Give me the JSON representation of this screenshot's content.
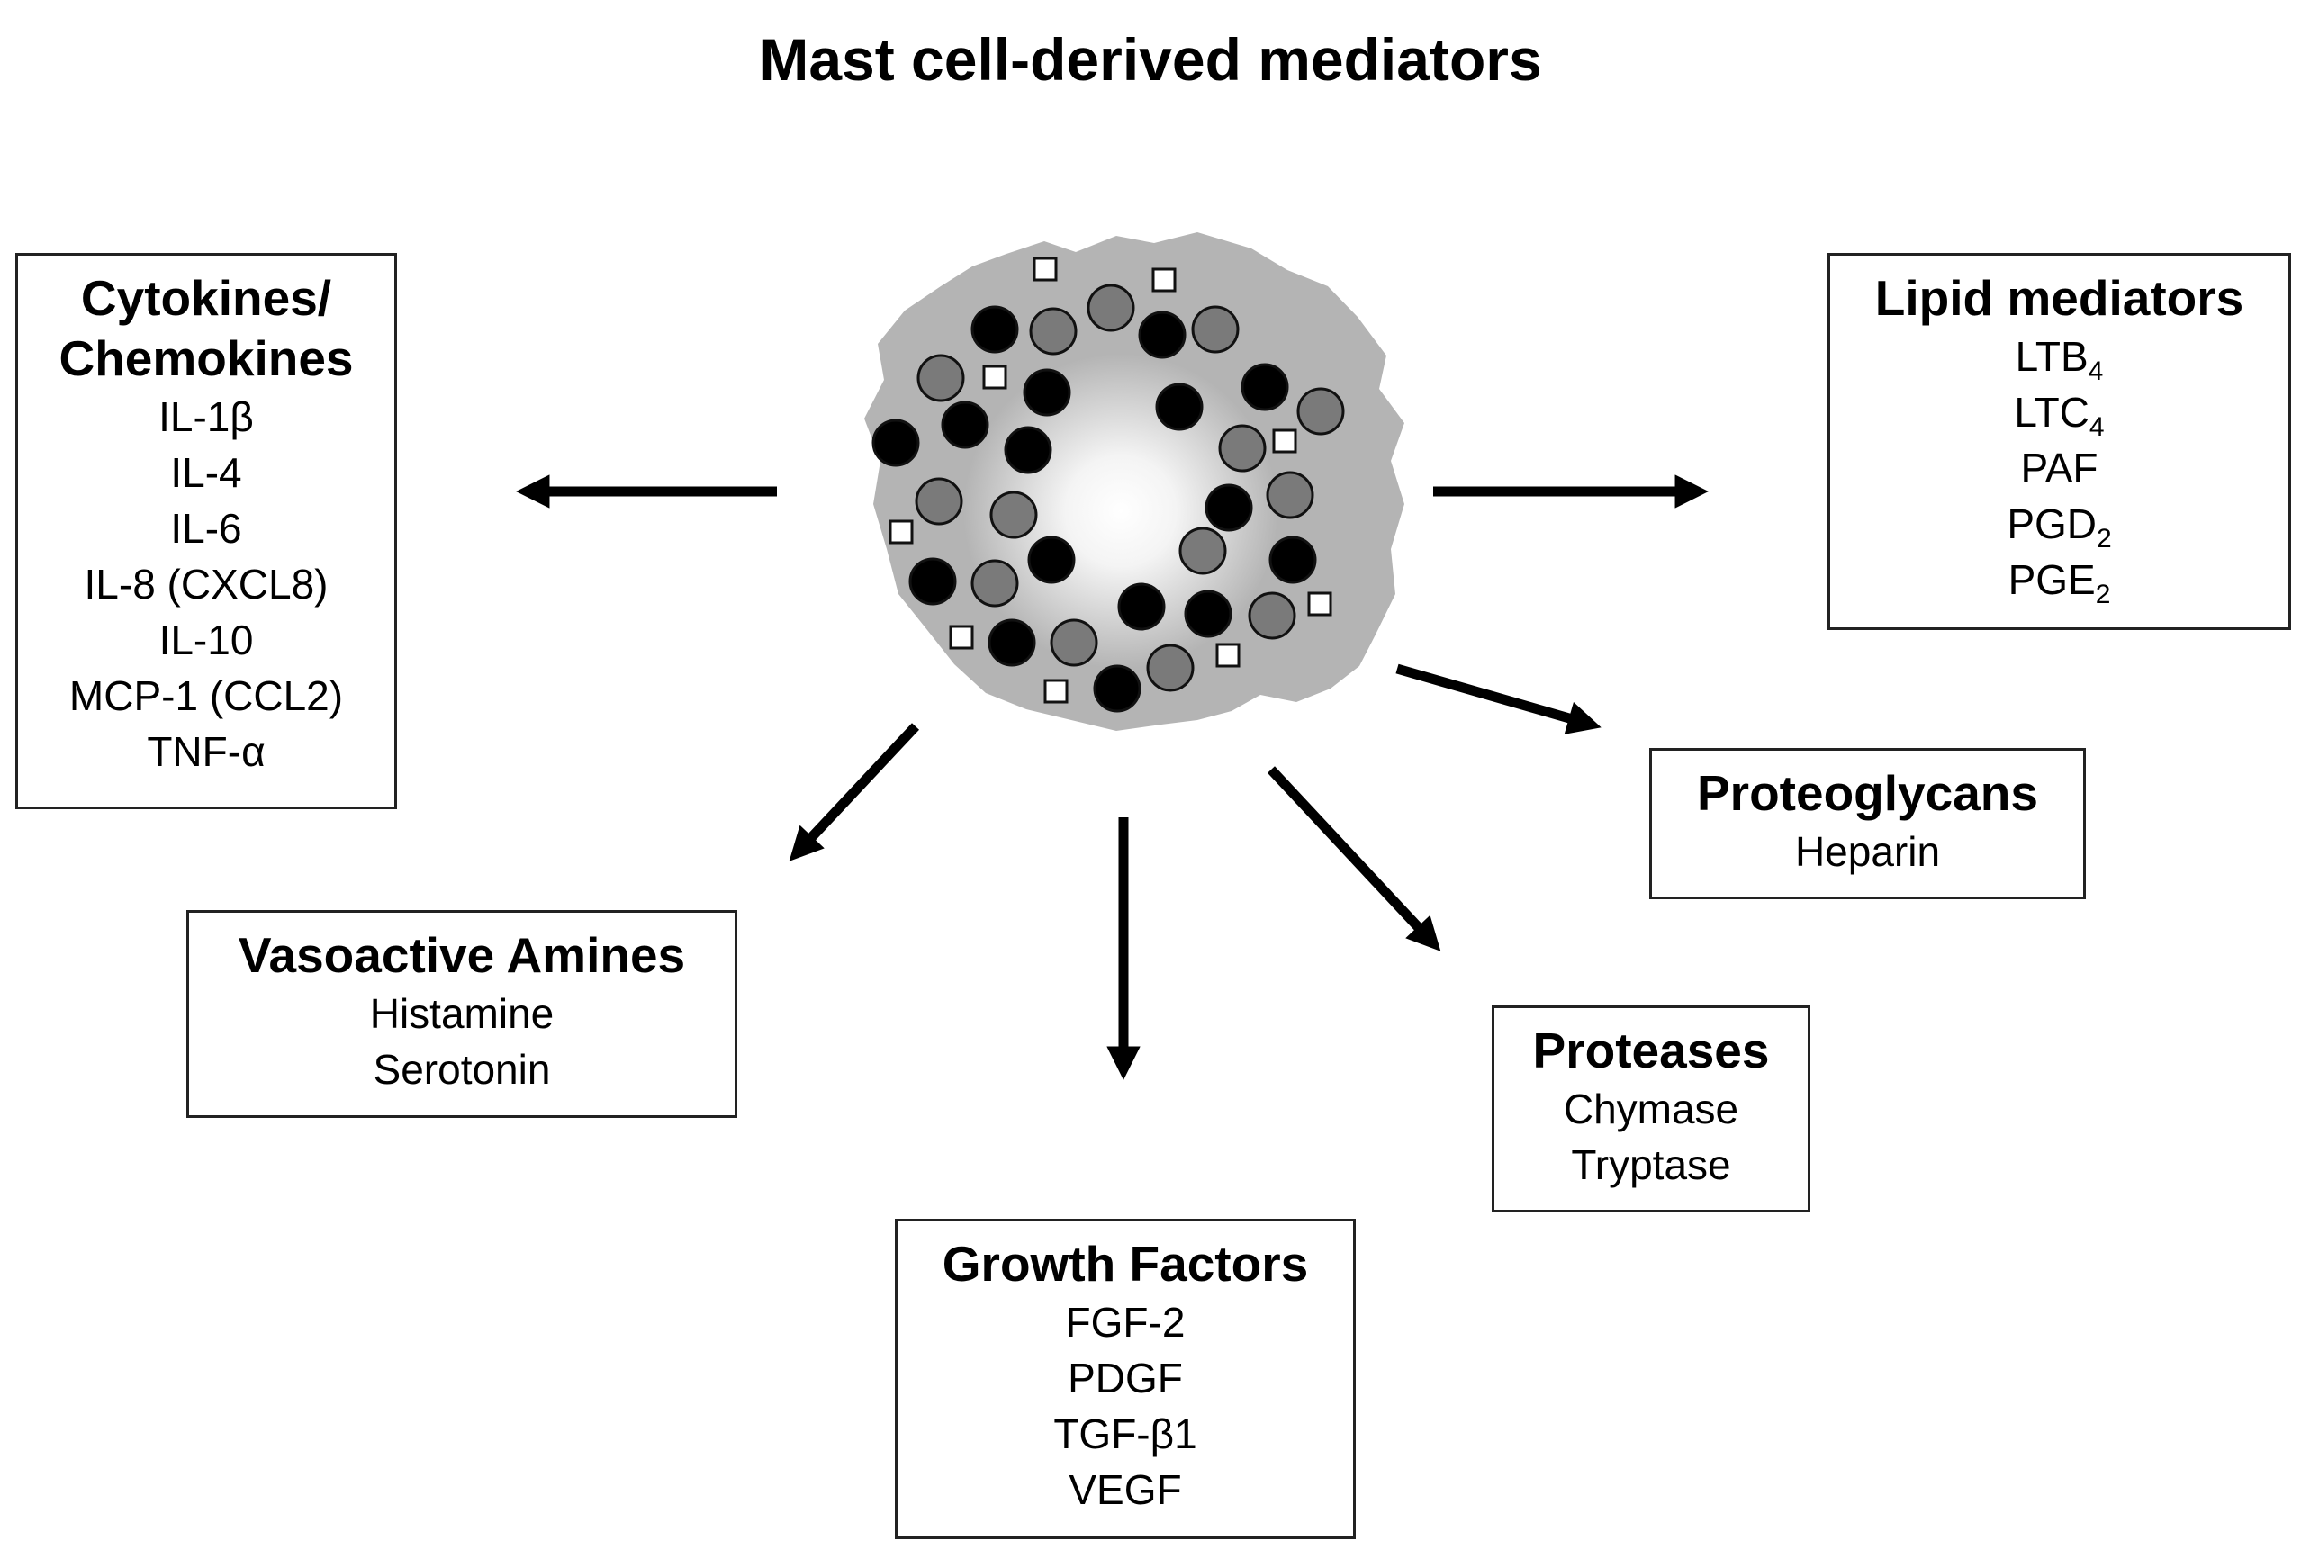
{
  "title": "Mast cell-derived mediators",
  "groups": [
    {
      "key": "cytokines",
      "heading": [
        "Cytokines/",
        "Chemokines"
      ],
      "items": [
        {
          "t": "IL-1β"
        },
        {
          "t": "IL-4"
        },
        {
          "t": "IL-6"
        },
        {
          "t": "IL-8 (CXCL8)"
        },
        {
          "t": "IL-10"
        },
        {
          "t": "MCP-1 (CCL2)"
        },
        {
          "t": "TNF-α"
        }
      ]
    },
    {
      "key": "lipid",
      "heading": [
        "Lipid mediators"
      ],
      "items": [
        {
          "t": "LTB",
          "sub": "4"
        },
        {
          "t": "LTC",
          "sub": "4"
        },
        {
          "t": "PAF"
        },
        {
          "t": "PGD",
          "sub": "2"
        },
        {
          "t": "PGE",
          "sub": "2"
        }
      ]
    },
    {
      "key": "proteoglycans",
      "heading": [
        "Proteoglycans"
      ],
      "items": [
        {
          "t": "Heparin"
        }
      ]
    },
    {
      "key": "vasoactive",
      "heading": [
        "Vasoactive Amines"
      ],
      "items": [
        {
          "t": "Histamine"
        },
        {
          "t": "Serotonin"
        }
      ]
    },
    {
      "key": "proteases",
      "heading": [
        "Proteases"
      ],
      "items": [
        {
          "t": "Chymase"
        },
        {
          "t": "Tryptase"
        }
      ]
    },
    {
      "key": "growth",
      "heading": [
        "Growth Factors"
      ],
      "items": [
        {
          "t": "FGF-2"
        },
        {
          "t": "PDGF"
        },
        {
          "t": "TGF-β1"
        },
        {
          "t": "VEGF"
        }
      ]
    }
  ],
  "colors": {
    "cytoplasm": "#b4b4b4",
    "granule_dark": "#000000",
    "granule_gray": "#7a7a7a",
    "granule_light": "#ffffff",
    "arrow": "#000000"
  }
}
